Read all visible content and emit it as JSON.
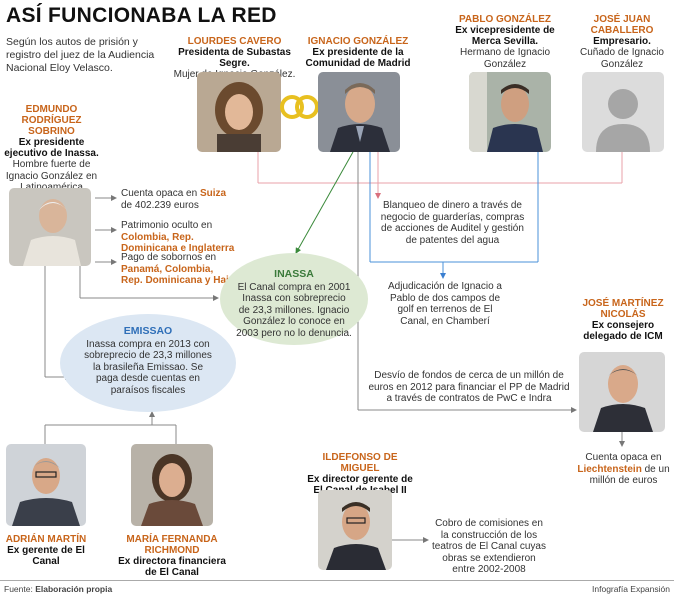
{
  "title": "ASÍ FUNCIONABA LA RED",
  "intro": "Según los autos de prisión y registro del juez de la Audiencia Nacional Eloy Velasco.",
  "people": {
    "lourdes": {
      "name": "LOURDES CAVERO",
      "role": "Presidenta de Subastas Segre.",
      "desc": "Mujer de Ignacio González."
    },
    "ignacio": {
      "name": "IGNACIO GONZÁLEZ",
      "role": "Ex presidente de la Comunidad de Madrid"
    },
    "pablo": {
      "name": "PABLO GONZÁLEZ",
      "role": "Ex vicepresidente de Merca Sevilla.",
      "desc": "Hermano de Ignacio González"
    },
    "jose_juan": {
      "name": "JOSÉ JUAN CABALLERO",
      "role": "Empresario.",
      "desc": "Cuñado de Ignacio González"
    },
    "edmundo": {
      "name": "EDMUNDO RODRÍGUEZ SOBRINO",
      "role": "Ex presidente ejecutivo de Inassa.",
      "desc": "Hombre fuerte de Ignacio González en Latinoamérica"
    },
    "jose_martinez": {
      "name": "JOSÉ MARTÍNEZ NICOLÁS",
      "role": "Ex consejero delegado de ICM"
    },
    "ildefonso": {
      "name": "ILDEFONSO DE MIGUEL",
      "role": "Ex director gerente de El Canal de Isabel II"
    },
    "adrian": {
      "name": "ADRIÁN MARTÍN",
      "role": "Ex gerente de El Canal"
    },
    "maria": {
      "name": "MARÍA FERNANDA RICHMOND",
      "role": "Ex directora financiera de El Canal"
    }
  },
  "notes": {
    "suiza_pre": "Cuenta opaca en ",
    "suiza_hl": "Suiza",
    "suiza_post": " de 402.239 euros",
    "patrimonio_pre": "Patrimonio oculto en ",
    "patrimonio_hl": "Colombia, Rep. Dominicana e Inglaterra",
    "sobornos_pre": "Pago de sobornos en ",
    "sobornos_hl": "Panamá, Colombia, Rep. Dominicana y Haití",
    "blanqueo": "Blanqueo de dinero a través de negocio de guarderías, compras de acciones de Auditel y gestión de patentes del agua",
    "adjudicacion": "Adjudicación de Ignacio a Pablo de dos campos de golf en terrenos de El Canal, en Chamberí",
    "desvio": "Desvío de fondos de cerca de un millón de euros en 2012 para financiar el PP de Madrid a través de contratos de PwC e Indra",
    "liechtenstein_pre": "Cuenta opaca en ",
    "liechtenstein_hl": "Liechtenstein",
    "liechtenstein_post": " de un millón de euros",
    "cobro": "Cobro de comisiones en la construcción de los teatros de El Canal cuyas obras se extendieron entre 2002-2008"
  },
  "inassa": {
    "title": "INASSA",
    "text": "El Canal compra en 2001 Inassa con sobreprecio de 23,3 millones. Ignacio González lo conoce en 2003 pero no lo denuncia."
  },
  "emissao": {
    "title": "EMISSAO",
    "text": "Inassa compra en 2013 con sobreprecio de 23,3 millones la brasileña Emissao. Se paga desde cuentas en paraísos fiscales"
  },
  "footer": {
    "source_label": "Fuente: ",
    "source": "Elaboración propia",
    "credit": "Infografía Expansión"
  },
  "colors": {
    "accent": "#c8651b",
    "pink_line": "#e8a0a8",
    "blue_line": "#4a90d9",
    "green_line": "#3a8a3a",
    "gray_line": "#888888",
    "inassa_bg": "#dde9d3",
    "emissao_bg": "#dce7f3",
    "rings": "#e8c020"
  }
}
